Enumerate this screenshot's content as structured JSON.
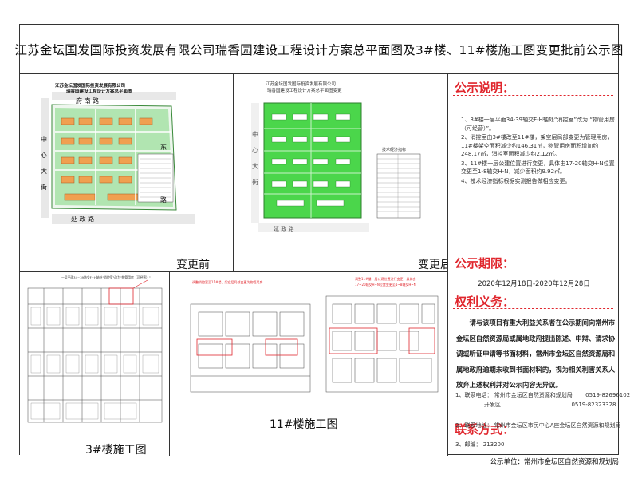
{
  "title": "江苏金坛国发国际投资发展有限公司瑞香园建设工程设计方案总平面图及3#楼、11#楼施工图变更批前公示图",
  "before_plan": {
    "caption": "变更前",
    "stamp_title_1": "江苏金坛国发国际投资发展有限公司",
    "stamp_title_2": "瑞香园建设工程设计方案总平面图",
    "road_north": "府 南 路",
    "road_west_1": "中",
    "road_west_2": "心",
    "road_west_3": "大",
    "road_west_4": "街",
    "road_east_1": "东",
    "road_east_2": "路",
    "road_south": "延 政 路"
  },
  "after_plan": {
    "caption": "变更后",
    "stamp_title_1": "江苏金坛国发国际投资发展有限公司",
    "stamp_title_2": "瑞香园建设工程设计方案总平面图变更",
    "road_west_1": "中",
    "road_west_2": "心",
    "road_west_3": "大",
    "road_west_4": "街",
    "road_south": "延 政 路",
    "table_title": "技术经济指标"
  },
  "building3": {
    "caption": "3#楼施工图",
    "note": "一层平面34~39轴交F~H轴处\"消控室\"改为\"物管用房（可经营）\""
  },
  "building11": {
    "caption": "11#楼施工图",
    "note_left": "调整消控室至11#楼，架空层局部变更为物管用房",
    "note_right_1": "调整11#楼一层公建位置进行变更，具体由",
    "note_right_2": "17~20轴交H~N位置变更至1~8轴交H~N"
  },
  "notice": {
    "heading": "公示说明：",
    "items": [
      "1、3#楼一层平面34-39轴交F-H轴处“消控室”改为 “物管用房（可经营）”。",
      "2、消控室由3#楼改至11#楼，架空层局部变更为管理用房，11#楼架空面积减少约146.31㎡，物管用房面积增加约248.17㎡，消控室面积减少约2.12㎡。",
      "3、11#楼一层公建位置进行变更，具体由17-20轴交H-N位置变更至1-8轴交H-N，减少面积约9.92㎡。",
      "4、技术经济指标根据实测报告做相应变更。"
    ]
  },
  "period": {
    "heading": "公示期限：",
    "text": "2020年12月18日-2020年12月28日"
  },
  "rights": {
    "heading": "权利义务：",
    "text": "请与该项目有重大利益关系者在公示期间向常州市金坛区自然资源局或属地政府提出陈述、申辩、请求协调或听证申请等书面材料，常州市金坛区自然资源局和属地政府逾期未收到书面材料的，视为相关利害关系人放弃上述权利并对公示内容无异议。"
  },
  "contact": {
    "heading": "联系方式：",
    "unit_label": "1、联系电话：",
    "unit_1": "常州市金坛区自然资源和规划局",
    "phone_1": "0519-82696102",
    "unit_2": "开发区",
    "phone_2": "0519-82323328",
    "address_label": "2、联系地址：",
    "address": "常州市金坛区市民中心A座金坛区自然资源和规划局",
    "postcode_label": "3、邮编：",
    "postcode": "213200"
  },
  "publisher": "公示单位：常州市金坛区自然资源和规划局",
  "colors": {
    "accent_red": "#e0262d",
    "site_green": "#4bd64b",
    "building_orange": "#f0a050"
  }
}
